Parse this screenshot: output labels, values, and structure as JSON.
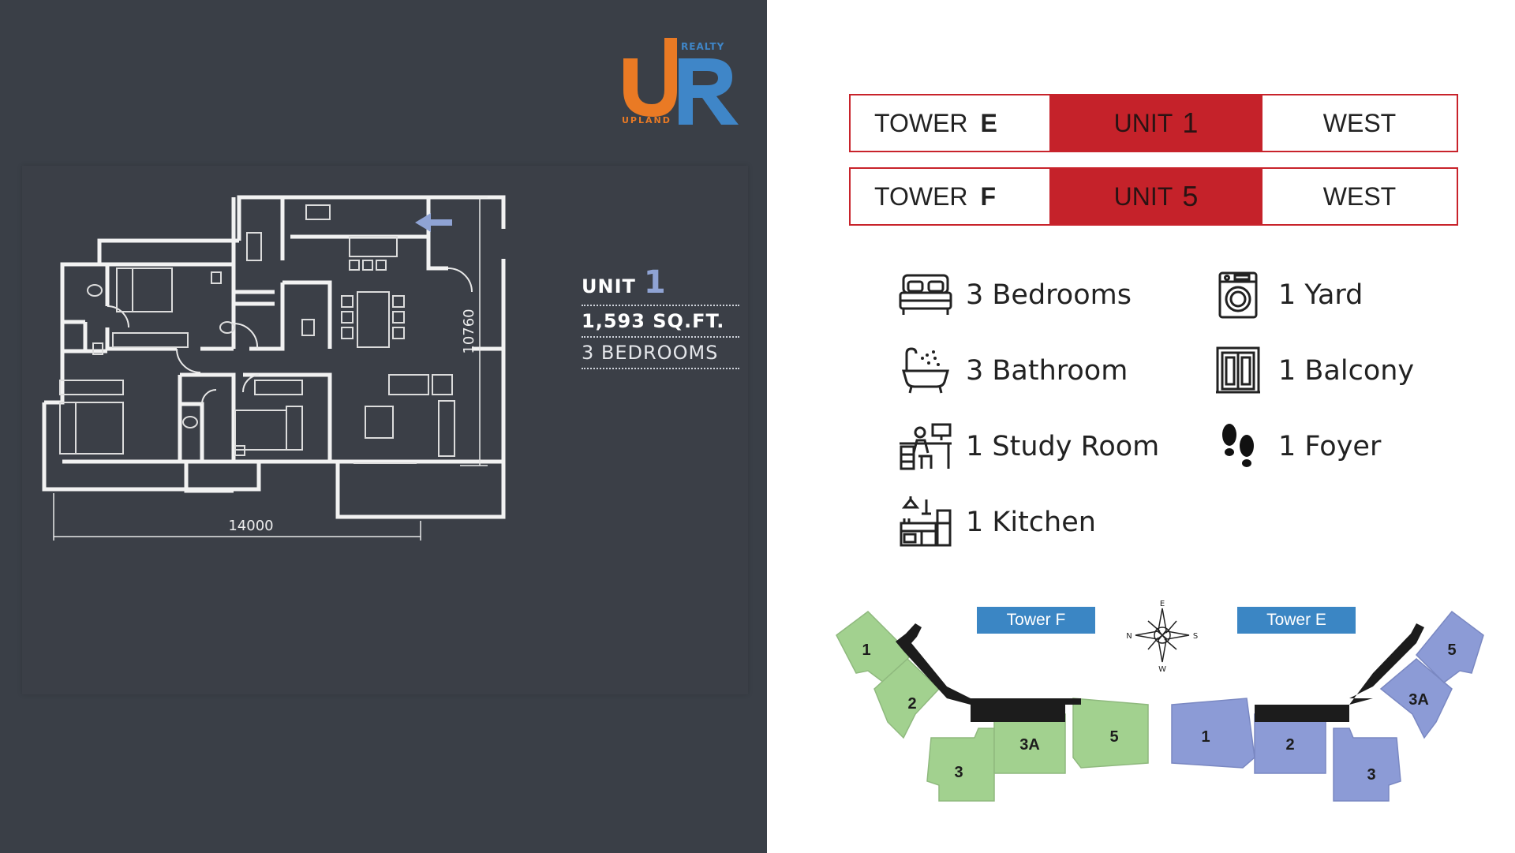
{
  "brand": {
    "logo_letters": "UR",
    "realty": "REALTY",
    "upland": "UPLAND",
    "orange": "#ea7a24",
    "blue": "#3f86c8"
  },
  "plan": {
    "width_dimension": "14000",
    "height_dimension": "10760"
  },
  "unit_info": {
    "unit_label": "UNIT",
    "unit_number": "1",
    "area": "1,593 SQ.FT.",
    "bedrooms": "3 BEDROOMS"
  },
  "towers": [
    {
      "tower_label": "TOWER",
      "tower": "E",
      "unit_label": "UNIT",
      "unit": "1",
      "facing": "WEST"
    },
    {
      "tower_label": "TOWER",
      "tower": "F",
      "unit_label": "UNIT",
      "unit": "5",
      "facing": "WEST"
    }
  ],
  "features": [
    {
      "icon": "bed-icon",
      "text": "3 Bedrooms"
    },
    {
      "icon": "washing-machine-icon",
      "text": "1 Yard"
    },
    {
      "icon": "bathtub-icon",
      "text": "3 Bathroom"
    },
    {
      "icon": "balcony-door-icon",
      "text": "1 Balcony"
    },
    {
      "icon": "study-desk-icon",
      "text": "1 Study Room"
    },
    {
      "icon": "footprints-icon",
      "text": "1 Foyer"
    },
    {
      "icon": "kitchen-icon",
      "text": "1 Kitchen"
    }
  ],
  "site_map": {
    "tower_f_label": "Tower F",
    "tower_e_label": "Tower E",
    "compass": {
      "n": "N",
      "s": "S",
      "e": "E",
      "w": "W"
    },
    "tower_f_units": [
      "1",
      "2",
      "3",
      "3A",
      "5"
    ],
    "tower_e_units": [
      "1",
      "2",
      "3",
      "3A",
      "5"
    ],
    "colors": {
      "tower_f": "#9fd08d",
      "tower_e": "#8c9bd6",
      "core": "#1c1c1c",
      "highlight": "#c5222a"
    }
  }
}
